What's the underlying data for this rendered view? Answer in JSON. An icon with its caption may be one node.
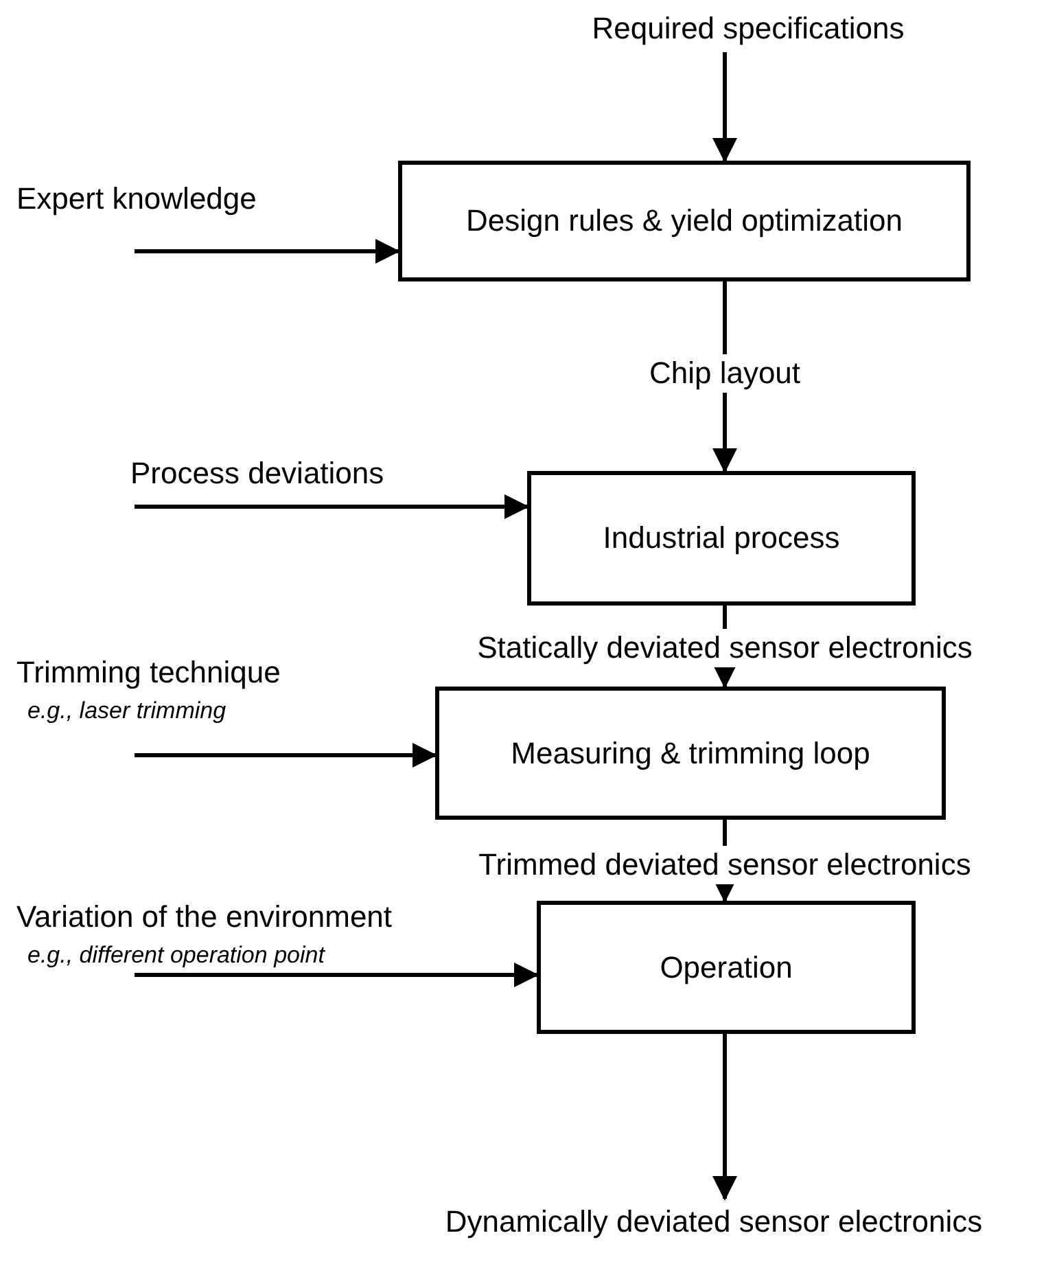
{
  "diagram": {
    "nodes": [
      {
        "text": [
          "Required specifications"
        ]
      },
      {
        "text": [
          "Expert knowledge"
        ]
      },
      {
        "text": [
          "Design rules  & yield optimization"
        ]
      },
      {
        "text": [
          "Process deviations"
        ]
      },
      {
        "text": [
          "Industrial process"
        ]
      },
      {
        "text": [
          "Trimming technique",
          "e.g., laser trimming"
        ]
      },
      {
        "text": [
          "Measuring & trimming loop"
        ]
      },
      {
        "text": [
          "Variation of the environment",
          "e.g., different operation point"
        ]
      },
      {
        "text": [
          "Operation"
        ]
      },
      {
        "text": [
          "Dynamically deviated  sensor electronics"
        ]
      }
    ],
    "edges": [
      {
        "from": 0,
        "to": 2,
        "arrow": "to"
      },
      {
        "from": 1,
        "to": 2,
        "arrow": "to"
      },
      {
        "from": 2,
        "to": 4,
        "arrow": "to",
        "label": "Chip layout"
      },
      {
        "from": 3,
        "to": 4,
        "arrow": "to"
      },
      {
        "from": 4,
        "to": 6,
        "arrow": "to",
        "label": "Statically deviated  sensor electronics"
      },
      {
        "from": 5,
        "to": 6,
        "arrow": "to"
      },
      {
        "from": 6,
        "to": 8,
        "arrow": "to",
        "label": "Trimmed deviated  sensor electronics"
      },
      {
        "from": 7,
        "to": 8,
        "arrow": "to"
      },
      {
        "from": 8,
        "to": 9,
        "arrow": "to"
      }
    ]
  }
}
